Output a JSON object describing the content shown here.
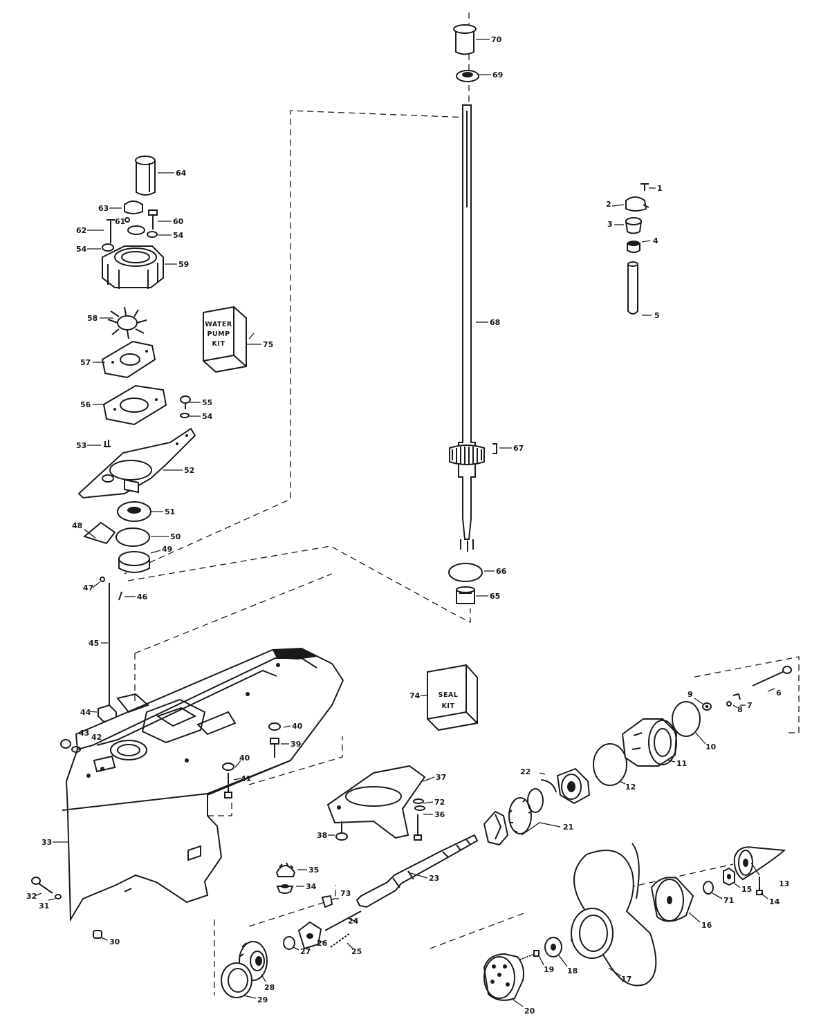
{
  "kits": {
    "water_pump": [
      "WATER",
      "PUMP",
      "KIT"
    ],
    "seal": [
      "SEAL",
      "KIT"
    ]
  },
  "labels": [
    "1",
    "2",
    "3",
    "4",
    "5",
    "6",
    "7",
    "8",
    "9",
    "10",
    "11",
    "12",
    "13",
    "14",
    "15",
    "16",
    "17",
    "18",
    "19",
    "20",
    "21",
    "22",
    "23",
    "24",
    "25",
    "26",
    "27",
    "28",
    "29",
    "30",
    "31",
    "32",
    "33",
    "34",
    "35",
    "36",
    "37",
    "38",
    "39",
    "40",
    "40",
    "41",
    "42",
    "43",
    "44",
    "45",
    "46",
    "47",
    "48",
    "49",
    "50",
    "51",
    "52",
    "53",
    "54",
    "54",
    "54",
    "55",
    "56",
    "57",
    "58",
    "59",
    "60",
    "61",
    "62",
    "63",
    "64",
    "65",
    "66",
    "67",
    "68",
    "69",
    "70",
    "71",
    "72",
    "73",
    "74",
    "75"
  ]
}
